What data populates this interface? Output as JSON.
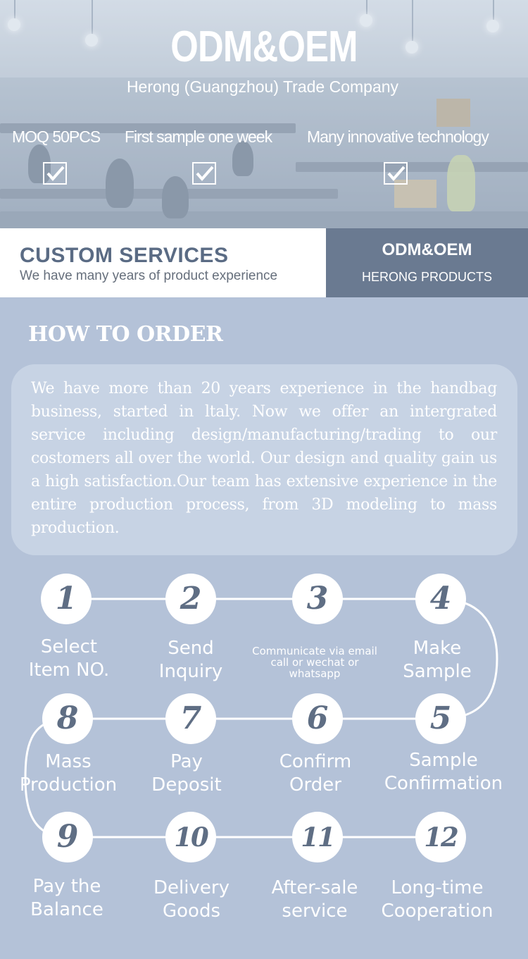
{
  "hero": {
    "title": "ODM&OEM",
    "subtitle": "Herong (Guangzhou) Trade Company",
    "features": [
      "MOQ  50PCS",
      "First sample one week",
      "Many innovative technology"
    ],
    "check_icon": "check-icon"
  },
  "services": {
    "title": "CUSTOM SERVICES",
    "subtitle": "We have many years of product experience",
    "badge_title": "ODM&OEM",
    "badge_subtitle": "HERONG PRODUCTS"
  },
  "how_to_order": {
    "title": "HOW TO ORDER",
    "description": "We have more than 20 years experience in the handbag business, started in ltaly. Now we offer an intergrated service including design/manufacturing/trading to our costomers all over the world. Our design and quality gain us a high satisfaction.Our team has extensive experience in the entire production process, from 3D modeling to mass production."
  },
  "steps": [
    {
      "number": "1",
      "line1": "Select",
      "line2": "Item NO."
    },
    {
      "number": "2",
      "line1": "Send",
      "line2": "Inquiry"
    },
    {
      "number": "3",
      "line1": "Communicate via email",
      "line2": "call or wechat or",
      "line3": "whatsapp"
    },
    {
      "number": "4",
      "line1": "Make",
      "line2": "Sample"
    },
    {
      "number": "5",
      "line1": "Sample",
      "line2": "Confirmation"
    },
    {
      "number": "6",
      "line1": "Confirm",
      "line2": "Order"
    },
    {
      "number": "7",
      "line1": "Pay",
      "line2": "Deposit"
    },
    {
      "number": "8",
      "line1": "Mass",
      "line2": "Production"
    },
    {
      "number": "9",
      "line1": "Pay the",
      "line2": "Balance"
    },
    {
      "number": "10",
      "line1": "Delivery",
      "line2": "Goods"
    },
    {
      "number": "11",
      "line1": "After-sale",
      "line2": "service"
    },
    {
      "number": "12",
      "line1": "Long-time",
      "line2": "Cooperation"
    }
  ],
  "colors": {
    "page_background": "#b4c2d8",
    "accent": "#6a7a91",
    "number": "#5f6e84",
    "services_title": "#5a6b84"
  }
}
